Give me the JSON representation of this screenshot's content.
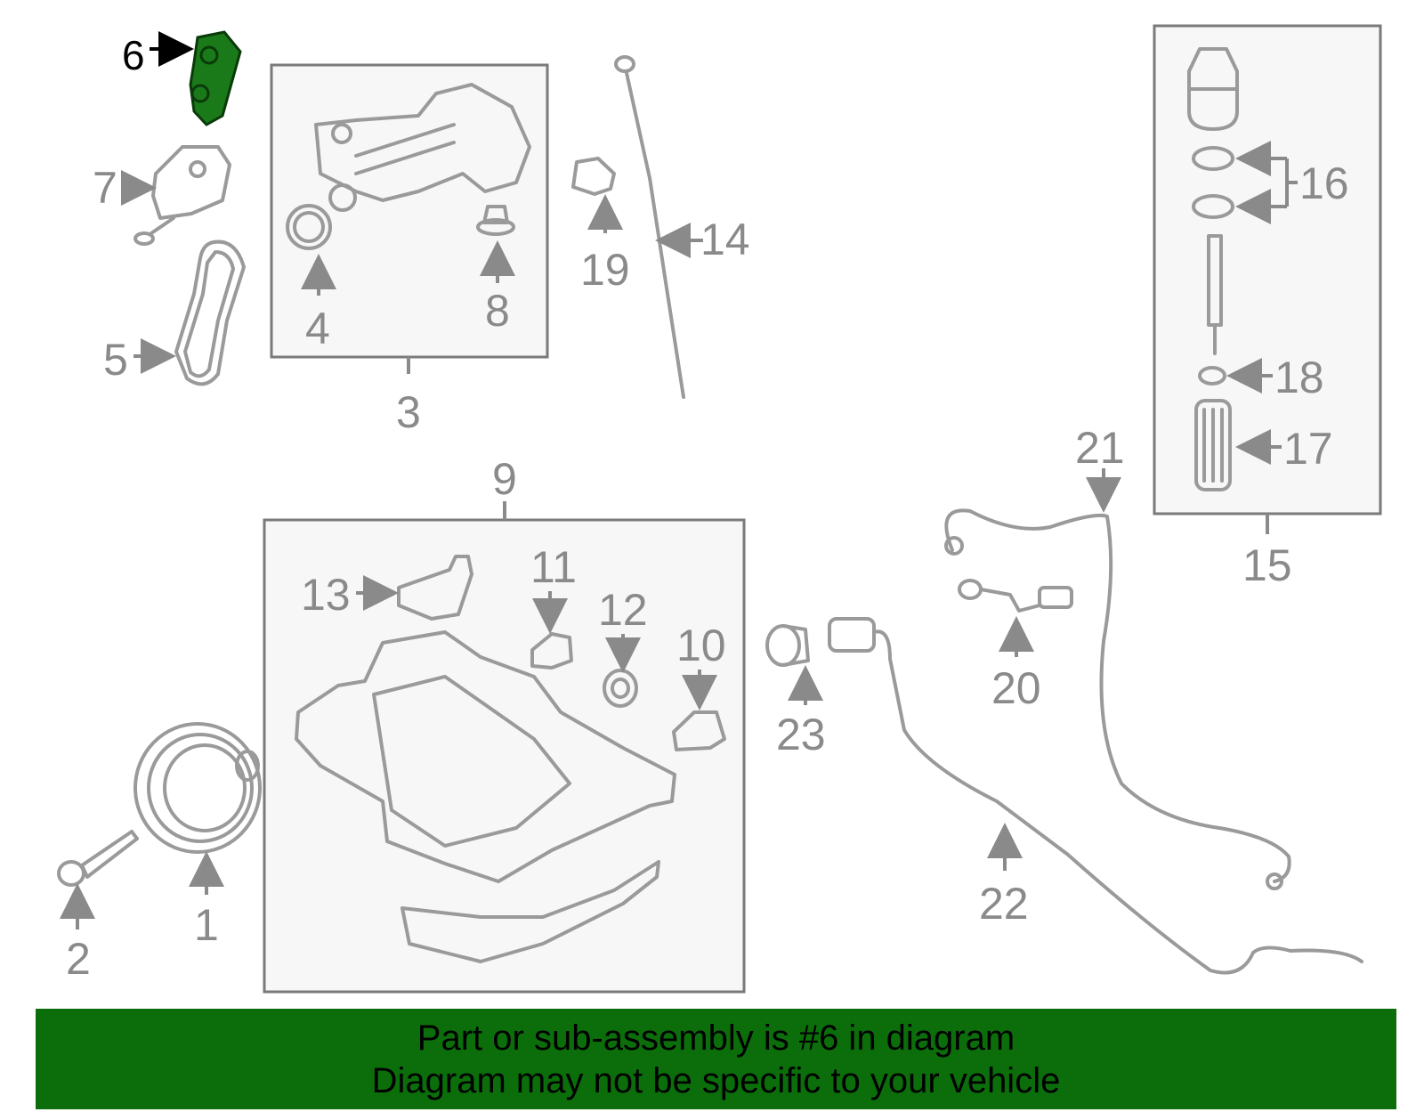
{
  "callouts": {
    "c1": "1",
    "c2": "2",
    "c3": "3",
    "c4": "4",
    "c5": "5",
    "c6": "6",
    "c7": "7",
    "c8": "8",
    "c9": "9",
    "c10": "10",
    "c11": "11",
    "c12": "12",
    "c13": "13",
    "c14": "14",
    "c15": "15",
    "c16": "16",
    "c17": "17",
    "c18": "18",
    "c19": "19",
    "c20": "20",
    "c21": "21",
    "c22": "22",
    "c23": "23"
  },
  "highlight": {
    "color": "#1a7a1a"
  },
  "banner": {
    "line1": "Part or sub-assembly is #6 in diagram",
    "line2": "Diagram may not be specific to your vehicle",
    "color": "#0b6e0b"
  }
}
